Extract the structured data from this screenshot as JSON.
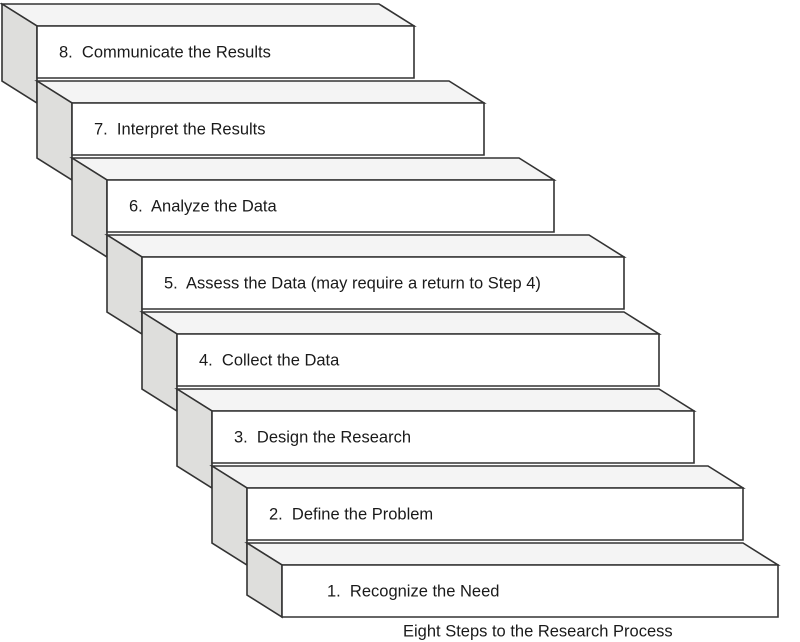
{
  "diagram": {
    "title": "Eight Steps to the Research Process",
    "caption": "Eight Steps to the Research Process",
    "type": "staircase-3d",
    "orientation": "descending-left-to-right",
    "colors": {
      "front_face": "#ffffff",
      "top_face": "#f4f4f4",
      "side_face": "#dededc",
      "outline": "#333333",
      "text": "#1a1a1a",
      "background": "#ffffff"
    },
    "steps": [
      {
        "number": "8.",
        "label": "Communicate the Results",
        "text": "8.  Communicate the Results"
      },
      {
        "number": "7.",
        "label": "Interpret the Results",
        "text": "7.  Interpret the Results"
      },
      {
        "number": "6.",
        "label": "Analyze the Data",
        "text": "6.  Analyze the Data"
      },
      {
        "number": "5.",
        "label": "Assess the Data (may require a return to Step 4)",
        "text": "5.  Assess the Data (may require a return to Step 4)"
      },
      {
        "number": "4.",
        "label": "Collect the Data",
        "text": "4.  Collect the Data"
      },
      {
        "number": "3.",
        "label": "Design the Research",
        "text": "3.  Design the Research"
      },
      {
        "number": "2.",
        "label": "Define the Problem",
        "text": "2.  Define the Problem"
      },
      {
        "number": "1.",
        "label": "Recognize the Need",
        "text": "1.  Recognize the Need"
      }
    ]
  }
}
